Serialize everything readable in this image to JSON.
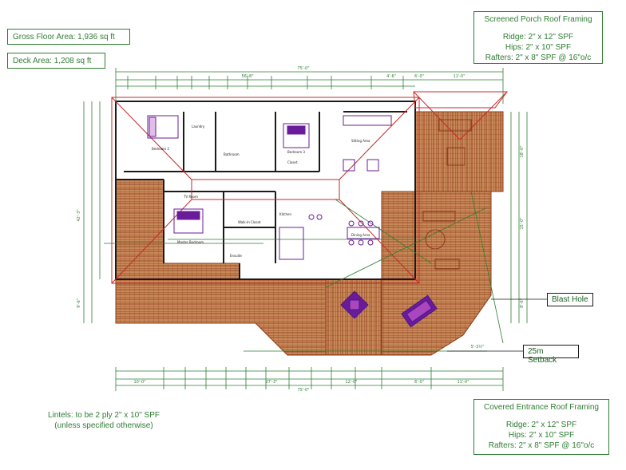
{
  "notes": {
    "gross_floor_area": "Gross Floor Area: 1,936 sq ft",
    "deck_area": "Deck Area: 1,208 sq ft",
    "screened_porch": {
      "title": "Screened Porch Roof Framing",
      "ridge": "Ridge: 2\" x 12\" SPF",
      "hips": "Hips: 2\" x 10\" SPF",
      "rafters": "Rafters: 2\" x 8\" SPF @ 16\"o/c"
    },
    "covered_entrance": {
      "title": "Covered Entrance Roof Framing",
      "ridge": "Ridge: 2\" x 12\" SPF",
      "hips": "Hips: 2\" x 10\" SPF",
      "rafters": "Rafters: 2\" x 8\" SPF @ 16\"o/c"
    },
    "lintels_line1": "Lintels: to be 2 ply 2\" x 10\" SPF",
    "lintels_line2": "(unless specified otherwise)"
  },
  "callouts": {
    "blast_hole": "Blast Hole",
    "setback": "25m Setback"
  },
  "dimensions": {
    "top_overall": "75'-0\"",
    "top_left": "56'-8\"",
    "top_mid": "4'-6\"",
    "top_6": "6'-0\"",
    "top_11": "11'-0\"",
    "bottom_overall": "75'-0\"",
    "bottom_10": "10'-0\"",
    "bottom_27": "27'-3\"",
    "bottom_12": "12'-0\"",
    "bottom_6": "6'-0\"",
    "bottom_11": "11'-0\"",
    "left_42": "42'-3\"",
    "left_9": "9'-6\"",
    "right_18": "18'-0\"",
    "right_15": "15'-0\"",
    "right_8": "8'-6\"",
    "setback_dim": "5'-3½\""
  },
  "rooms": {
    "bedroom2": "Bedroom 2",
    "bedroom3": "Bedroom 3",
    "bathroom": "Bathroom",
    "master_bedroom": "Master Bedroom",
    "walkin_closet": "Walk-In Closet",
    "ensuite": "Ensuite",
    "kitchen": "Kitchen",
    "sitting_area": "Sitting Area",
    "dining_area": "Dining Area",
    "tv_room": "TV Room",
    "closet": "Closet",
    "laundry": "Laundry"
  },
  "colors": {
    "dim_green": "#2e7d32",
    "deck_brown": "#8b3a1a",
    "roof_red": "#c62828",
    "furniture_purple": "#6a1b9a",
    "wall_black": "#1a1a1a"
  }
}
